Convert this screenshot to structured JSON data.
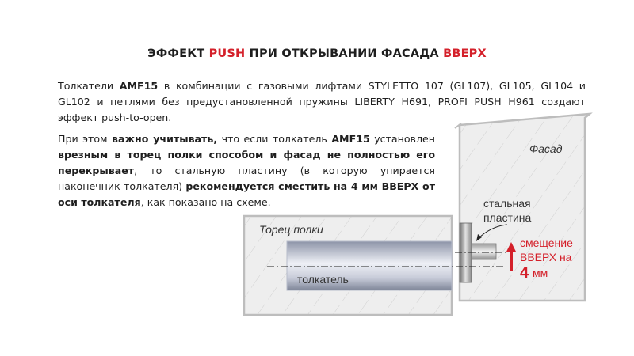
{
  "title": {
    "part1": "ЭФФЕКТ ",
    "accent": "PUSH",
    "part2": " ПРИ ОТКРЫВАНИИ ФАСАДА ",
    "accent2": "ВВЕРХ"
  },
  "paragraph1": {
    "t1": "Толкатели ",
    "b1": "AMF15",
    "t2": " в комбинации с газовыми лифтами STYLETTO 107 (GL107), GL105, GL104 и GL102 и петлями без предустановленной пружины LIBERTY H691, PROFI PUSH H961 создают эффект push-to-open."
  },
  "paragraph2": {
    "t1": "При этом ",
    "b1": "важно учитывать,",
    "t2": " что если толкатель ",
    "b2": "AMF15",
    "t3": " установлен ",
    "b3": "врезным в торец полки способом и фасад не полностью его перекрывает",
    "t4": ", то стальную пластину (в которую упирается наконечник толкателя) ",
    "b4": "рекомендуется сместить на 4 мм ВВЕРХ от оси толкателя",
    "t5": ", как показано на схеме."
  },
  "diagram": {
    "facade_label": "Фасад",
    "shelf_label": "Торец полки",
    "pusher_label": "толкатель",
    "plate_label_1": "стальная",
    "plate_label_2": "пластина",
    "offset_label_1": "смещение",
    "offset_label_2": "ВВЕРХ на",
    "offset_value": "4",
    "offset_unit": "мм",
    "accent_color": "#d4202a"
  }
}
